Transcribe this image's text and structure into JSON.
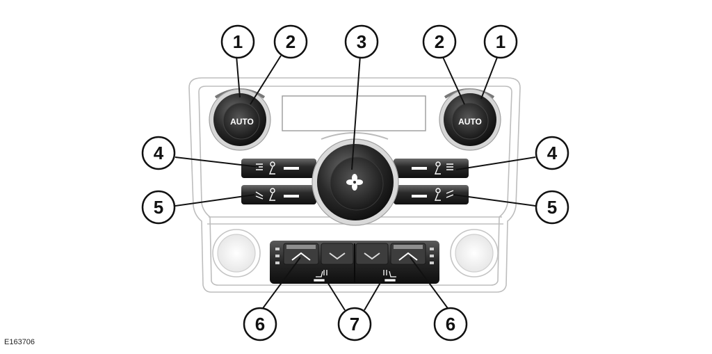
{
  "figure_id": "E163706",
  "knob_label": "AUTO",
  "callouts": {
    "c1_left": "1",
    "c2_left": "2",
    "c3": "3",
    "c2_right": "2",
    "c1_right": "1",
    "c4_left": "4",
    "c4_right": "4",
    "c5_left": "5",
    "c5_right": "5",
    "c6_left": "6",
    "c7": "7",
    "c6_right": "6"
  },
  "icons": {
    "fan": "fan-icon",
    "airflow_upper": "air-distribution-upper-icon",
    "airflow_lower": "air-distribution-lower-icon",
    "seat_heat": "heated-seat-icon",
    "up": "chevron-up-icon",
    "down": "chevron-down-icon"
  }
}
